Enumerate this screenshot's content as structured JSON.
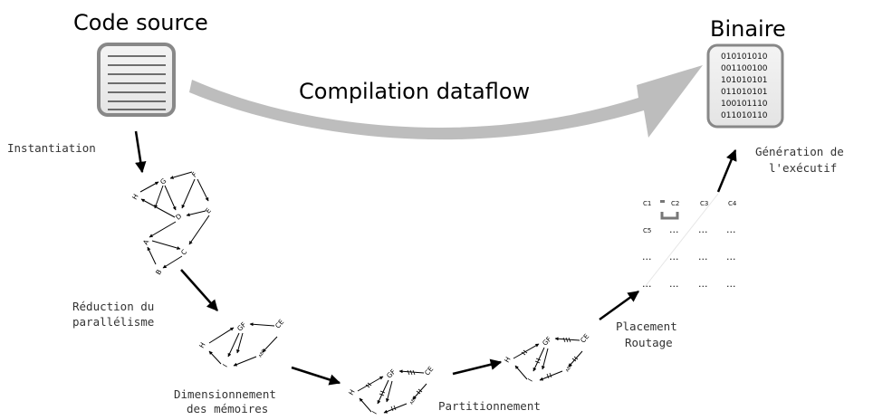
{
  "title_left": "Code source",
  "title_right": "Binaire",
  "main_arrow_label": "Compilation dataflow",
  "binary_lines": [
    "010101010",
    "001100100",
    "101010101",
    "011010101",
    "100101110",
    "011010110"
  ],
  "steps": {
    "instantiation": "Instantiation",
    "reduction_1": "Réduction du",
    "reduction_2": "parallélisme",
    "dimension_1": "Dimensionnement",
    "dimension_2": "des mémoires",
    "partition": "Partitionnement",
    "placement_1": "Placement",
    "placement_2": "Routage",
    "generation_1": "Génération de",
    "generation_2": "l'exécutif"
  },
  "graph1_nodes": [
    "H",
    "G",
    "F",
    "D",
    "E",
    "A",
    "C",
    "B"
  ],
  "graph_reduced_nodes": [
    "H",
    "GF",
    "CE",
    "I",
    "ABD"
  ],
  "grid_cells": [
    "C1",
    "C2",
    "C3",
    "C4",
    "C5"
  ],
  "grid_ellipsis": "..."
}
